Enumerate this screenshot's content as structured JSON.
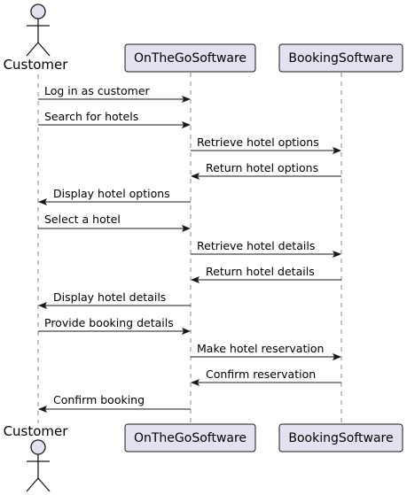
{
  "participants": [
    {
      "id": "customer",
      "label": "Customer",
      "kind": "actor"
    },
    {
      "id": "onthego",
      "label": "OnTheGoSoftware",
      "kind": "participant"
    },
    {
      "id": "booking",
      "label": "BookingSoftware",
      "kind": "participant"
    }
  ],
  "messages": [
    {
      "from": "customer",
      "to": "onthego",
      "label": "Log in as customer"
    },
    {
      "from": "customer",
      "to": "onthego",
      "label": "Search for hotels"
    },
    {
      "from": "onthego",
      "to": "booking",
      "label": "Retrieve hotel options"
    },
    {
      "from": "booking",
      "to": "onthego",
      "label": "Return hotel options"
    },
    {
      "from": "onthego",
      "to": "customer",
      "label": "Display hotel options"
    },
    {
      "from": "customer",
      "to": "onthego",
      "label": "Select a hotel"
    },
    {
      "from": "onthego",
      "to": "booking",
      "label": "Retrieve hotel details"
    },
    {
      "from": "booking",
      "to": "onthego",
      "label": "Return hotel details"
    },
    {
      "from": "onthego",
      "to": "customer",
      "label": "Display hotel details"
    },
    {
      "from": "customer",
      "to": "onthego",
      "label": "Provide booking details"
    },
    {
      "from": "onthego",
      "to": "booking",
      "label": "Make hotel reservation"
    },
    {
      "from": "booking",
      "to": "onthego",
      "label": "Confirm reservation"
    },
    {
      "from": "onthego",
      "to": "customer",
      "label": "Confirm booking"
    }
  ],
  "colors": {
    "participant_fill": "#e2e2f0",
    "stroke": "#181818",
    "lifeline": "#8a8a8a"
  }
}
